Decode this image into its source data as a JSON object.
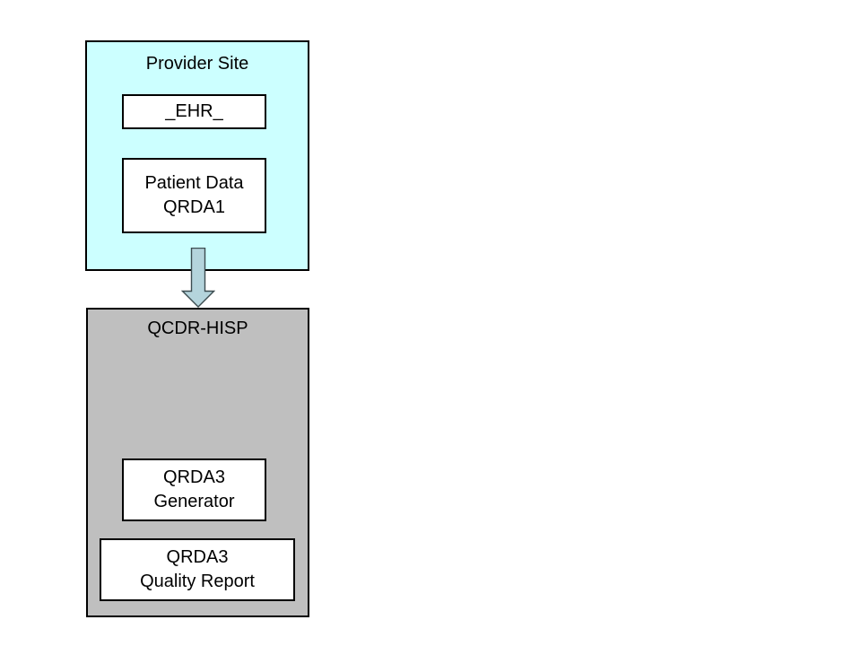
{
  "diagram": {
    "type": "flow-diagram",
    "background_color": "#ffffff",
    "groups": [
      {
        "id": "provider-site",
        "title": "Provider Site",
        "fill_color": "#ccffff",
        "border_color": "#000000",
        "nodes": [
          {
            "id": "ehr",
            "lines": [
              "_EHR_"
            ],
            "fill_color": "#ffffff",
            "border_color": "#000000"
          },
          {
            "id": "patient-data",
            "lines": [
              "Patient Data",
              "QRDA1"
            ],
            "fill_color": "#ffffff",
            "border_color": "#000000"
          }
        ]
      },
      {
        "id": "qcdr-hisp",
        "title": "QCDR-HISP",
        "fill_color": "#bfbfbf",
        "border_color": "#000000",
        "nodes": [
          {
            "id": "qrda3-generator",
            "lines": [
              "QRDA3",
              "Generator"
            ],
            "fill_color": "#ffffff",
            "border_color": "#000000"
          },
          {
            "id": "qrda3-quality-report",
            "lines": [
              "QRDA3",
              "Quality Report"
            ],
            "fill_color": "#ffffff",
            "border_color": "#000000"
          }
        ]
      }
    ],
    "connectors": [
      {
        "id": "provider-to-qcdr-arrow",
        "shape": "block-arrow-down",
        "from": "provider-site",
        "to": "qcdr-hisp",
        "fill_color": "#b4d4dc",
        "border_color": "#3c4c50",
        "label": ""
      }
    ]
  }
}
